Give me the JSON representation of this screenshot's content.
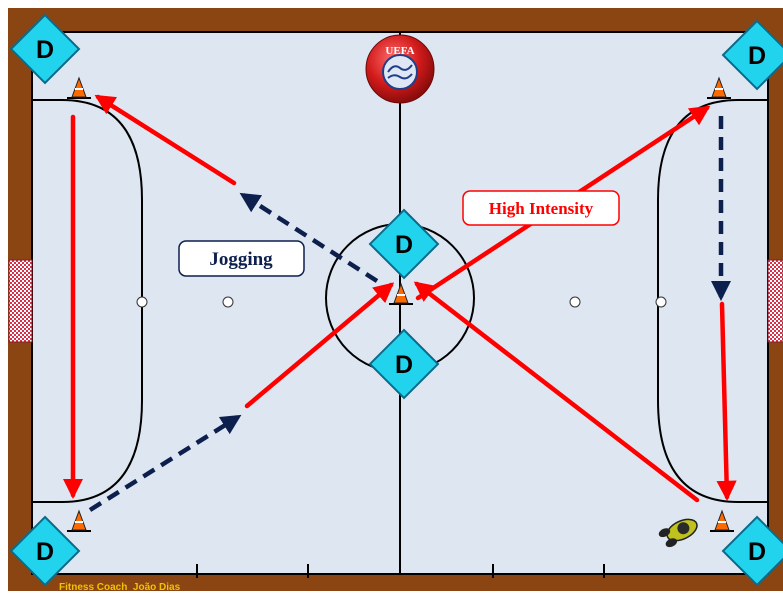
{
  "labels": {
    "high_intensity": "High Intensity",
    "jogging": "Jogging",
    "defender": "D",
    "credit": "Fitness Coach  João Dias",
    "logo": "UEFA"
  },
  "colors": {
    "border": "#8B4513",
    "court": "#DEE6F2",
    "line": "#000000",
    "sprint_arrow": "#FF0000",
    "jog_arrow": "#0D1F4D",
    "marker_fill": "#22D3EE",
    "marker_stroke": "#0B6B8A",
    "cone": "#FF6A00",
    "credit_text": "#F2C200",
    "goal_net": "#D9304A"
  },
  "legend": {
    "high_intensity_color": "#FF0000",
    "jogging_color": "#0D1F4D"
  },
  "icons": [
    "cone-icon",
    "defender-marker-icon",
    "uefa-logo-icon",
    "player-icon",
    "goal-net-icon"
  ]
}
